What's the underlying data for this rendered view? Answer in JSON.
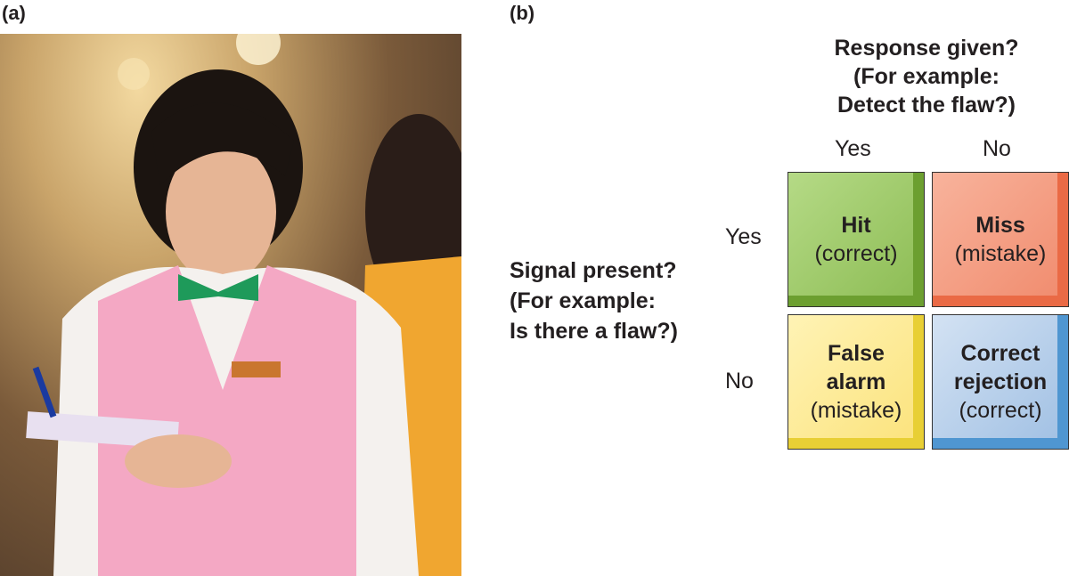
{
  "panels": {
    "a_label": "(a)",
    "b_label": "(b)"
  },
  "diagram": {
    "column_heading": [
      "Response given?",
      "(For example:",
      "Detect the flaw?)"
    ],
    "column_labels": [
      "Yes",
      "No"
    ],
    "row_heading": [
      "Signal present?",
      "(For example:",
      "Is there a flaw?)"
    ],
    "row_labels": [
      "Yes",
      "No"
    ],
    "cells": [
      {
        "title": "Hit",
        "subtitle": "(correct)",
        "color": "#8bbb52"
      },
      {
        "title": "Miss",
        "subtitle": "(mistake)",
        "color": "#f08a6c"
      },
      {
        "title": "False alarm",
        "subtitle": "(mistake)",
        "color": "#fbe27a"
      },
      {
        "title": "Correct rejection",
        "subtitle": "(correct)",
        "color": "#9fbfe3"
      }
    ]
  }
}
